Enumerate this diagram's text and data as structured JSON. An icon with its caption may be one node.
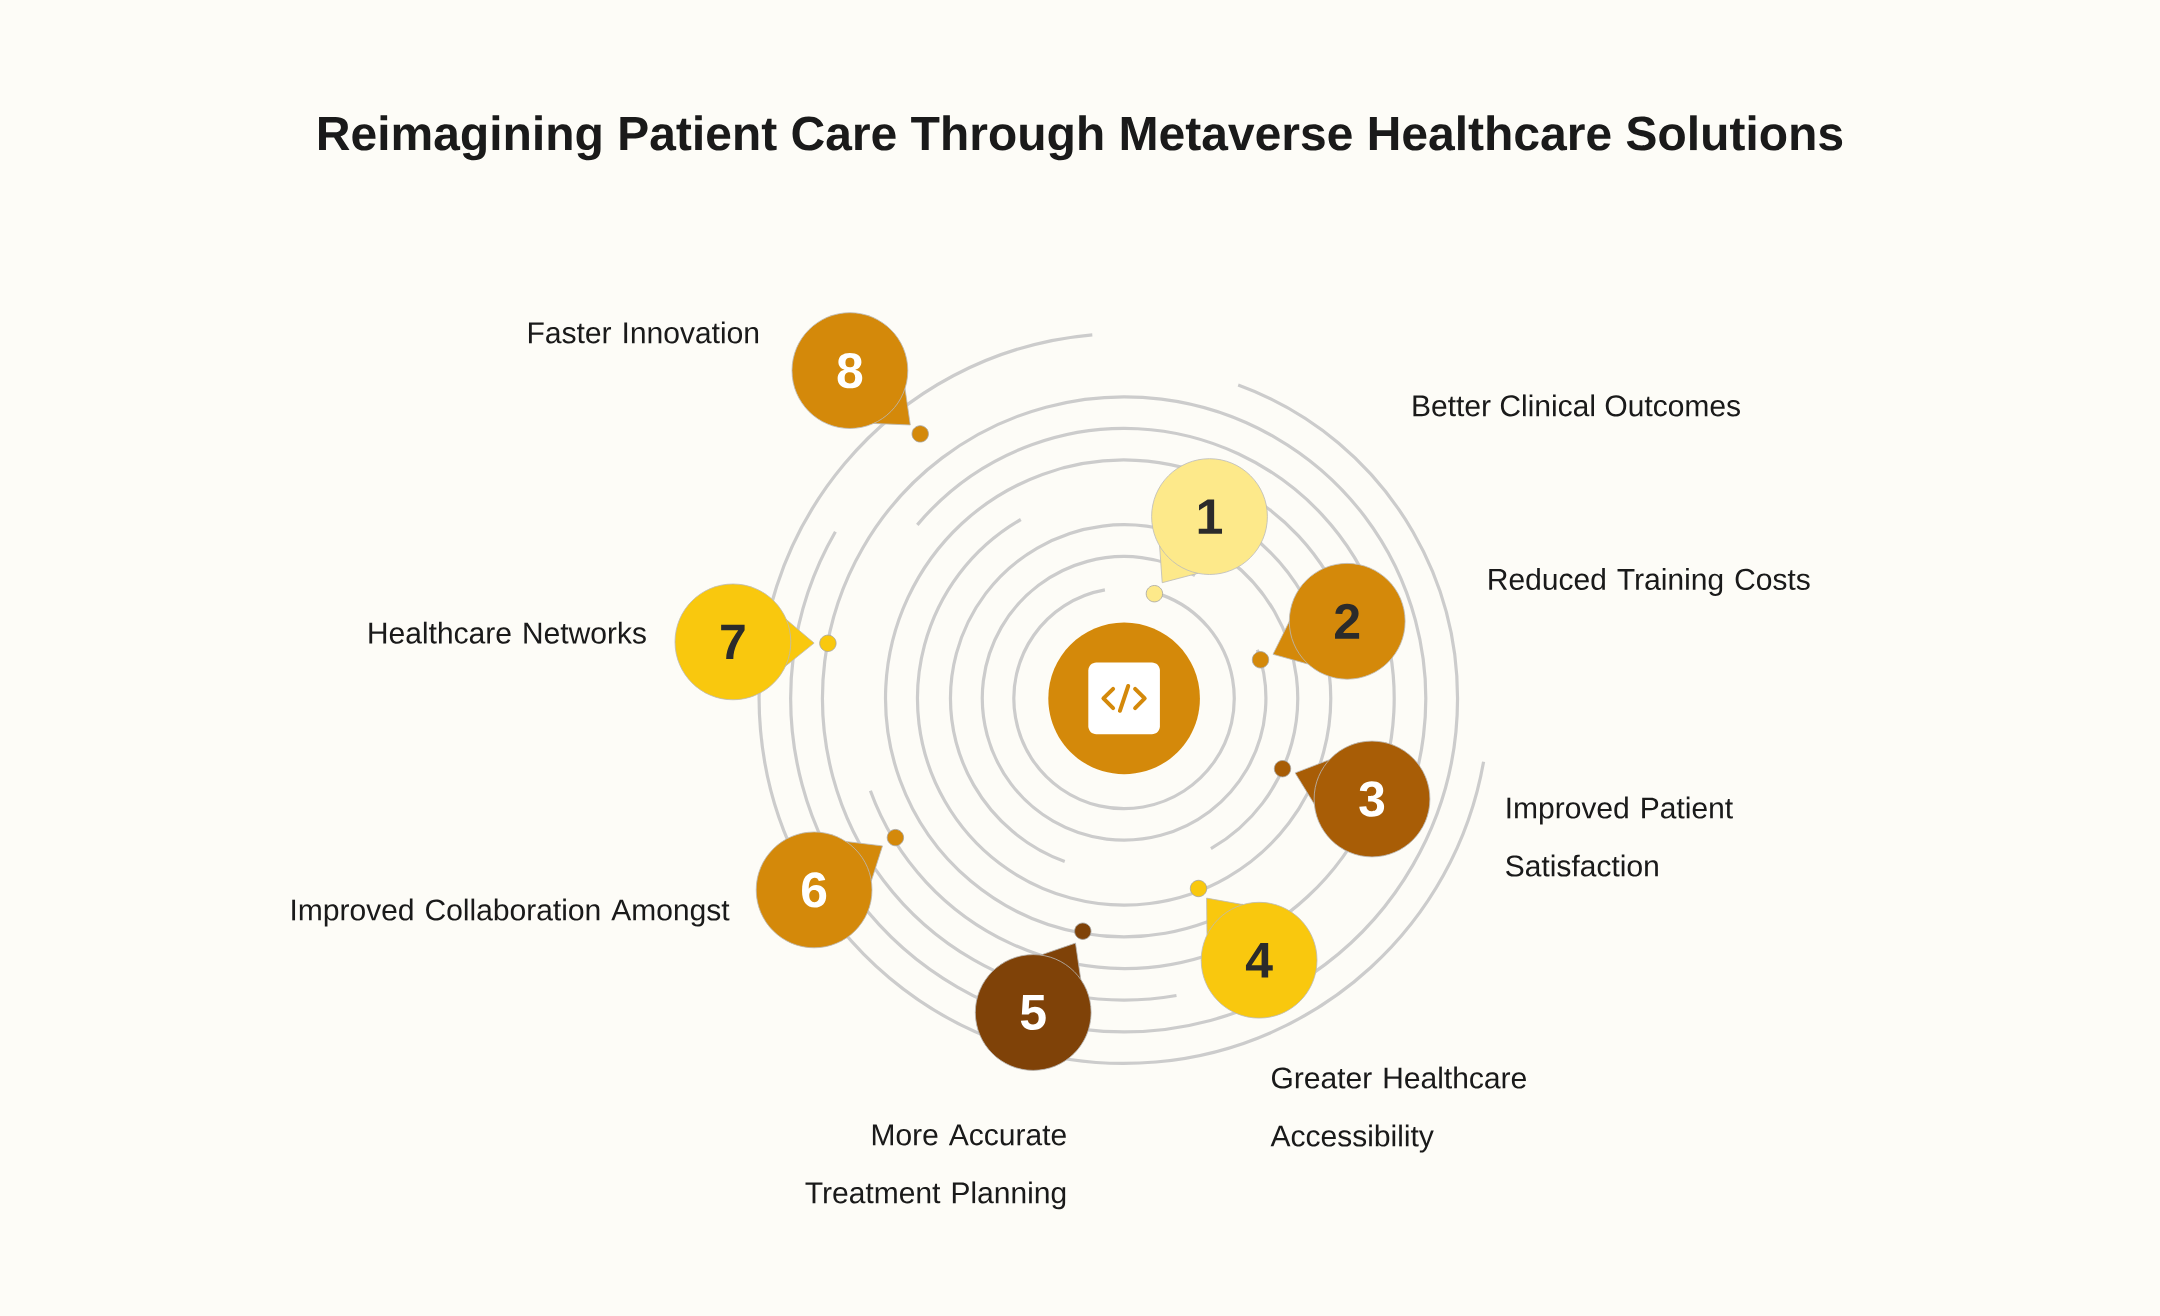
{
  "diagram": {
    "title": "Reimagining Patient Care Through Metaverse Healthcare Solutions",
    "nodes": [
      {
        "text": [],
        "shape": "circle"
      },
      {
        "text": [
          "1"
        ]
      },
      {
        "text": [
          "2"
        ],
        "beside": [
          "Reduced Training Costs"
        ]
      },
      {
        "text": [
          "3"
        ],
        "beside": [
          "Improved Patient Satisfaction"
        ]
      },
      {
        "text": [
          "4"
        ],
        "beside": [
          "Greater Healthcare Accessibility"
        ]
      },
      {
        "text": [
          "5"
        ],
        "beside": [
          "More Accurate Treatment Planning"
        ]
      },
      {
        "text": [
          "6"
        ],
        "beside": [
          "Improved Collaboration Amongst"
        ]
      },
      {
        "text": [
          "7"
        ],
        "beside": [
          "Healthcare Networks"
        ]
      },
      {
        "text": [
          "8"
        ],
        "beside": [
          "Faster Innovation"
        ]
      }
    ],
    "labels": [
      "Better Clinical Outcomes"
    ]
  }
}
